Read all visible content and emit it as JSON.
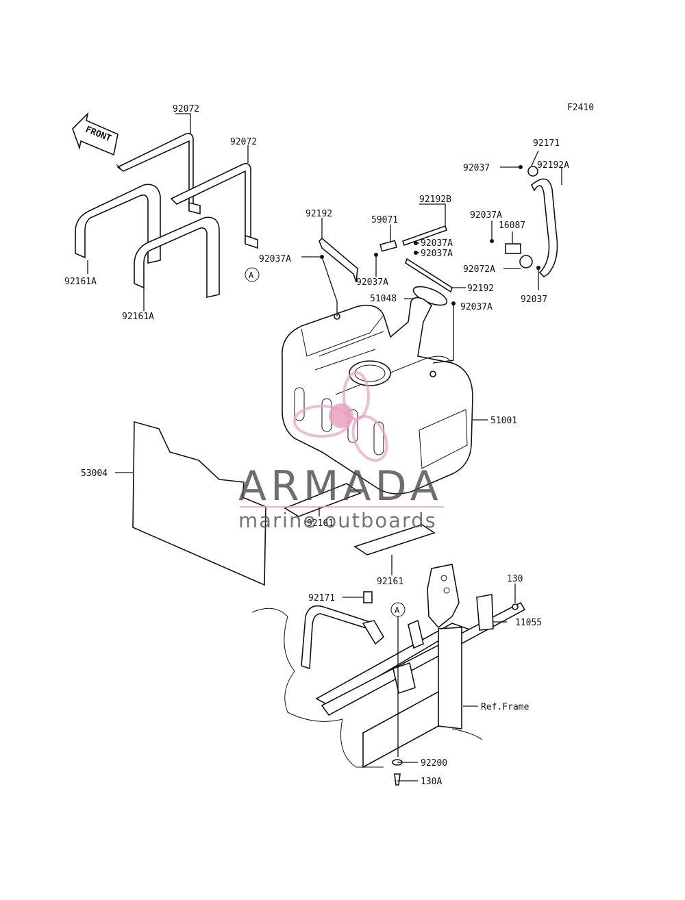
{
  "figure_code": "F2410",
  "front_arrow": "FRONT",
  "ref_marker": "A",
  "watermark": {
    "brand": "ARMADA",
    "tagline": "marine outboards",
    "accent_color": "#e8a1c0"
  },
  "labels": {
    "l92072_a": "92072",
    "l92072_b": "92072",
    "l92161A_a": "92161A",
    "l92161A_b": "92161A",
    "l92037A_1": "92037A",
    "l92192_a": "92192",
    "l59071": "59071",
    "l92192B": "92192B",
    "l92037A_2": "92037A",
    "l92037A_3": "92037A",
    "l92037A_4": "92037A",
    "l92171_a": "92171",
    "l92192A": "92192A",
    "l92037_a": "92037",
    "l92037A_5": "92037A",
    "l16087": "16087",
    "l92072A": "92072A",
    "l92037_b": "92037",
    "l92192_b": "92192",
    "l51048": "51048",
    "l92037A_6": "92037A",
    "l51001": "51001",
    "l53004": "53004",
    "l92161_a": "92161",
    "l92161_b": "92161",
    "l92171_b": "92171",
    "l130": "130",
    "l11055": "11055",
    "lref": "Ref.Frame",
    "l92200": "92200",
    "l130A": "130A"
  }
}
